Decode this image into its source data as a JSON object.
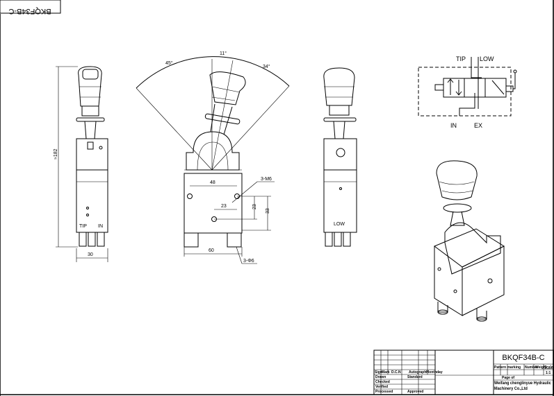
{
  "drawing": {
    "corner_label": "BKQF34B-C",
    "left_view": {
      "height_dim": "≈182",
      "width_dim": "30",
      "port_tip": "TIP",
      "port_in": "IN"
    },
    "front_view": {
      "angle_left": "45°",
      "angle_center": "11°",
      "angle_right": "34°",
      "dim_48": "48",
      "dim_23_h": "23",
      "dim_23_v": "23",
      "dim_33": "33",
      "dim_60": "60",
      "thread_note": "3-M6",
      "hole_note": "3-Φ6"
    },
    "side_view": {
      "port_low": "LOW"
    },
    "schematic": {
      "tip": "TIP",
      "low": "LOW",
      "in": "IN",
      "ex": "EX"
    }
  },
  "title_block": {
    "model": "BKQF34B-C",
    "pattern_marking": "Pattern marking",
    "number": "Number",
    "weight": "Weight",
    "scale": "Scale",
    "scale_value": "1:1",
    "page_of": "Page  of",
    "company": "Weifang chenglinyue Hydraulic Machinery Co.,Ltd",
    "sign": "Sign",
    "mark": "Mark",
    "dcn": "D.C.N",
    "autograph": "Autograph",
    "date": "Monthday",
    "drawn": "Drawn",
    "standard": "Standard",
    "checked": "Checked",
    "verified": "Verified",
    "processed": "Processed",
    "approved": "Approved"
  }
}
